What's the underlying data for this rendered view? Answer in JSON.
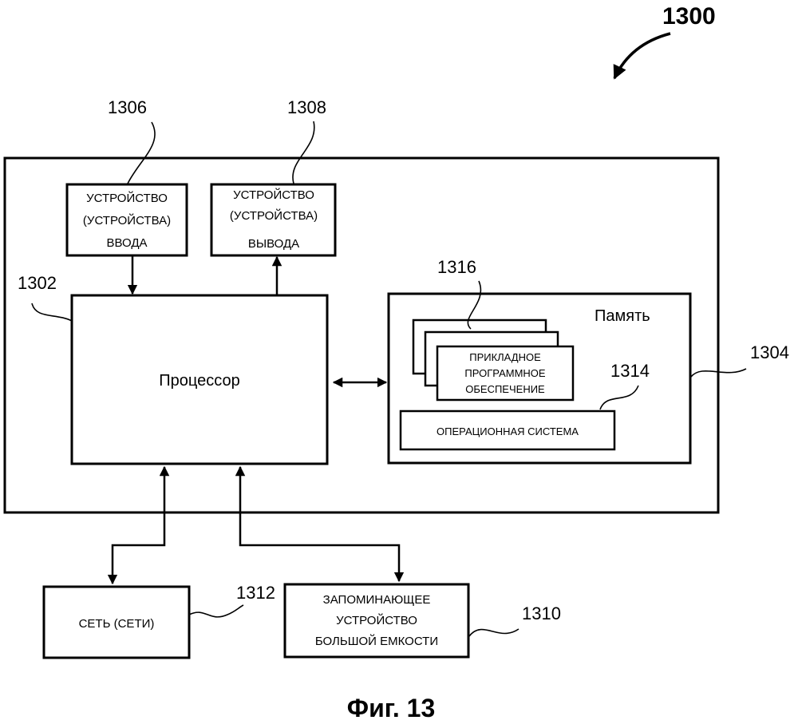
{
  "figure": {
    "number": "1300",
    "caption": "Фиг. 13"
  },
  "refs": {
    "input": "1306",
    "output": "1308",
    "processor": "1302",
    "memory": "1304",
    "apps": "1316",
    "os": "1314",
    "network": "1312",
    "storage": "1310"
  },
  "blocks": {
    "input": [
      "УСТРОЙСТВО",
      "(УСТРОЙСТВА)",
      "ВВОДА"
    ],
    "output": [
      "УСТРОЙСТВО",
      "(УСТРОЙСТВА)",
      "ВЫВОДА"
    ],
    "processor": "Процессор",
    "memory": "Память",
    "apps": [
      "ПРИКЛАДНОЕ",
      "ПРОГРАММНОЕ",
      "ОБЕСПЕЧЕНИЕ"
    ],
    "os": "ОПЕРАЦИОННАЯ СИСТЕМА",
    "network": "СЕТЬ (СЕТИ)",
    "storage": [
      "ЗАПОМИНАЮЩЕЕ",
      "УСТРОЙСТВО",
      "БОЛЬШОЙ ЕМКОСТИ"
    ]
  }
}
